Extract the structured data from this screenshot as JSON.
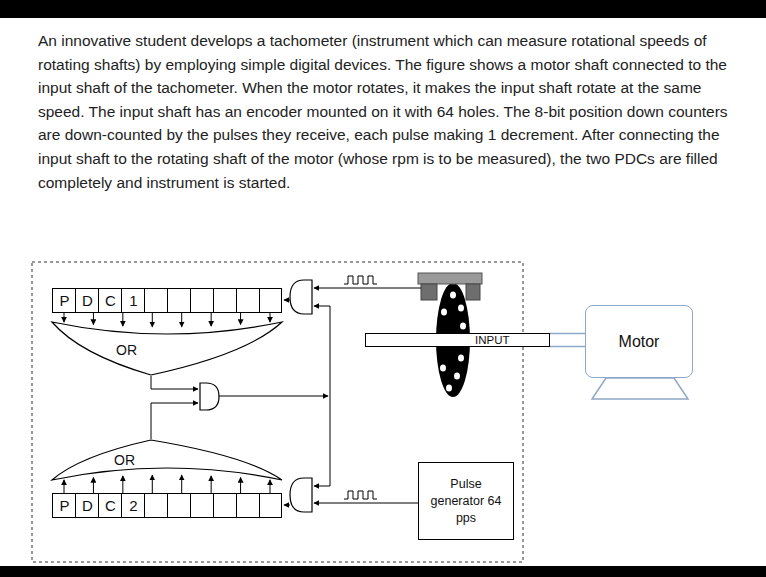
{
  "diagram": {
    "nodes": [
      {
        "text": [
          "P",
          "D",
          "C",
          "1"
        ]
      },
      {
        "text": [
          "OR"
        ]
      },
      {
        "text": [
          "INPUT"
        ]
      },
      {
        "text": [
          "Motor"
        ]
      },
      {
        "text": [
          "OR"
        ]
      },
      {
        "text": [
          "P",
          "D",
          "C",
          "2"
        ]
      },
      {
        "text": [
          "Pulse generator 64 pps"
        ]
      }
    ],
    "edges": [
      {
        "from": 0,
        "to": 1,
        "arrow": "to"
      },
      {
        "from": 5,
        "to": 4,
        "arrow": "to"
      },
      {
        "from": 3,
        "to": 2,
        "arrow": "none"
      }
    ],
    "labels": [
      "An innovative student develops a tachometer (instrument which can measure rotational speeds of rotating shafts) by employing simple digital devices. The figure shows a motor shaft connected to the input shaft of the tachometer. When the motor rotates, it makes the input shaft rotate at the same speed. The input shaft has an encoder mounted on it with 64 holes. The 8-bit position down counters are down-counted by the pulses they receive, each pulse making 1 decrement. After connecting the input shaft to the rotating shaft of the motor (whose rpm is to be measured), the two PDCs are filled completely and instrument is started."
    ]
  }
}
